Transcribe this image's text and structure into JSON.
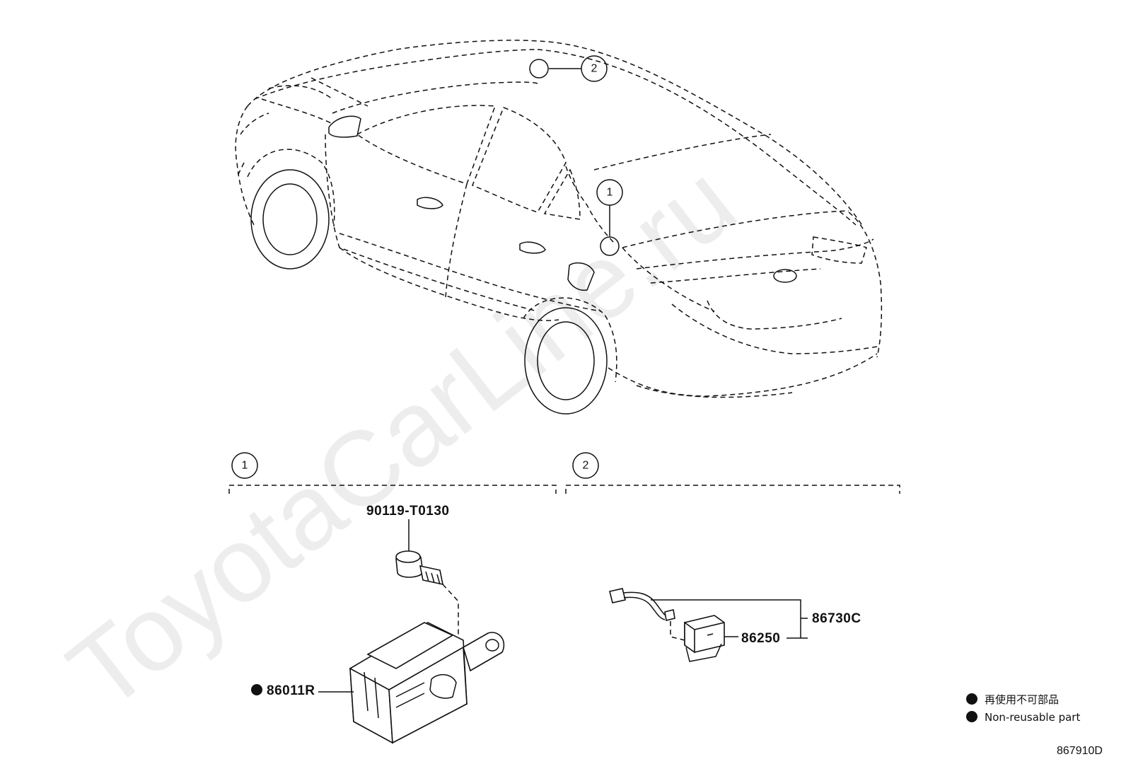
{
  "watermark": "ToyotaCarLine.ru",
  "callouts": [
    {
      "number": "1"
    },
    {
      "number": "2"
    }
  ],
  "sections": [
    {
      "number": "1"
    },
    {
      "number": "2"
    }
  ],
  "parts": {
    "bolt": "90119-T0130",
    "ecu": "86011R",
    "harness_assy": "86730C",
    "module": "86250"
  },
  "legend": [
    {
      "text": "再使用不可部品"
    },
    {
      "text": "Non-reusable part"
    }
  ],
  "diagram_code": "867910D"
}
